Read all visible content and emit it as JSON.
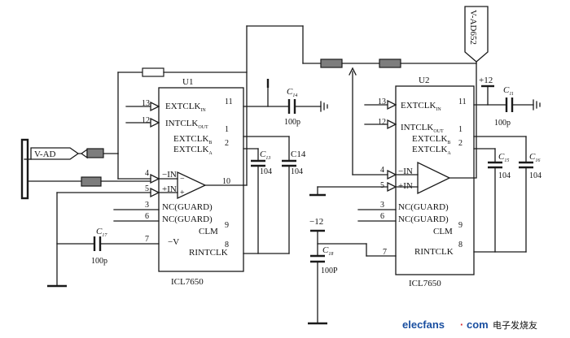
{
  "u1": {
    "label": "U1",
    "part": "ICL7650",
    "pins": [
      "EXTCLK_IN",
      "INTCLK_OUT",
      "EXTCLK_B",
      "EXTCLK_A",
      "−IN",
      "+IN",
      "NC(GUARD)",
      "NC(GUARD)",
      "CLM",
      "−V",
      "RINTCLK"
    ],
    "pin_numbers": [
      "13",
      "12",
      "11",
      "1",
      "2",
      "4",
      "5",
      "10",
      "3",
      "6",
      "9",
      "7",
      "8"
    ]
  },
  "u2": {
    "label": "U2",
    "part": "ICL7650",
    "pin_numbers": [
      "13",
      "12",
      "11",
      "1",
      "2",
      "4",
      "5",
      "3",
      "6",
      "9",
      "7",
      "8"
    ]
  },
  "labels": {
    "v_ad": "V-AD",
    "v_ad652": "V-AD652",
    "pos12": "+12",
    "neg12": "−12",
    "extclk": "EXTCLK",
    "intclk": "INTCLK",
    "sub_in": "IN",
    "sub_out": "OUT",
    "sub_b": "B",
    "sub_a": "A",
    "minus_in": "−IN",
    "plus_in": "+IN",
    "nc_guard": "NC(GUARD)",
    "clm": "CLM",
    "neg_v": "−V",
    "rintclk": "RINTCLK",
    "c": "C",
    "c14_text": "C14",
    "c_val_100p": "100p",
    "c_val_100P": "100P",
    "c_val_104": "104"
  },
  "capacitors": {
    "c14": {
      "sub": "14",
      "value": "100p"
    },
    "c13": {
      "sub": "13",
      "value": "104"
    },
    "c14b": {
      "name": "C14",
      "value": "104"
    },
    "c17": {
      "sub": "17",
      "value": "100p"
    },
    "c11": {
      "sub": "11",
      "value": "100p"
    },
    "c15": {
      "sub": "15",
      "value": "104"
    },
    "c16": {
      "sub": "16",
      "value": "104"
    },
    "c18": {
      "sub": "18",
      "value": "100P"
    }
  },
  "watermark": {
    "site": "elecfans",
    "dot": "·",
    "tld": "com",
    "cn": "电子发烧友",
    "color_blue": "#1a4fa0",
    "color_red": "#d9262c"
  }
}
